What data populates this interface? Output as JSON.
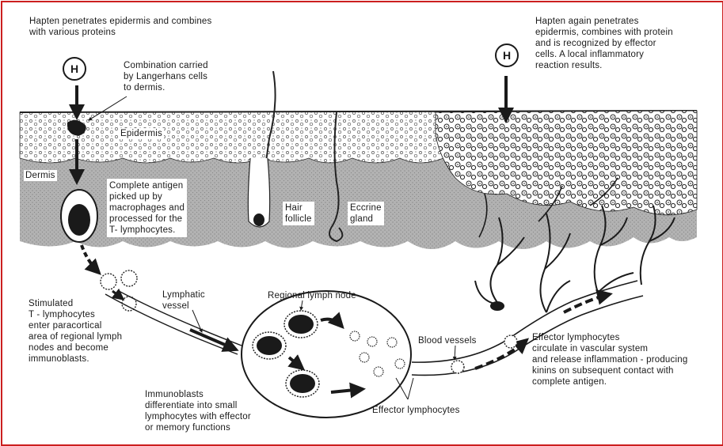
{
  "colors": {
    "border": "#cc1f1f",
    "ink": "#1a1a1a",
    "dermis_shade": "#9a9a9a",
    "epidermis_bg": "#ffffff"
  },
  "hapten_symbol": "H",
  "labels": {
    "hapten_penetrates": "Hapten penetrates epidermis and combines\nwith various proteins",
    "combination_carried": "Combination carried\nby Langerhans cells\nto dermis.",
    "epidermis": "Epidermis",
    "dermis": "Dermis",
    "complete_antigen": "Complete antigen\npicked up by\nmacrophages and\nprocessed for the\nT- lymphocytes.",
    "hair_follicle": "Hair\nfollicle",
    "eccrine_gland": "Eccrine\ngland",
    "hapten_again": "Hapten again penetrates\nepidermis, combines with protein\nand is recognized by effector\ncells.  A local inflammatory\nreaction results.",
    "stimulated_t": "Stimulated\nT - lymphocytes\nenter paracortical\narea of regional lymph\nnodes and become\nimmunoblasts.",
    "lymphatic_vessel": "Lymphatic\nvessel",
    "regional_lymph_node": "Regional lymph node",
    "blood_vessels": "Blood vessels",
    "effector_circulate": "Effector lymphocytes\ncirculate in vascular system\nand release inflammation - producing\nkinins on subsequent contact with\ncomplete antigen.",
    "immunoblasts": "Immunoblasts\ndifferentiate into small\nlymphocytes with effector\nor memory functions",
    "effector_lymphocytes": "Effector lymphocytes"
  }
}
